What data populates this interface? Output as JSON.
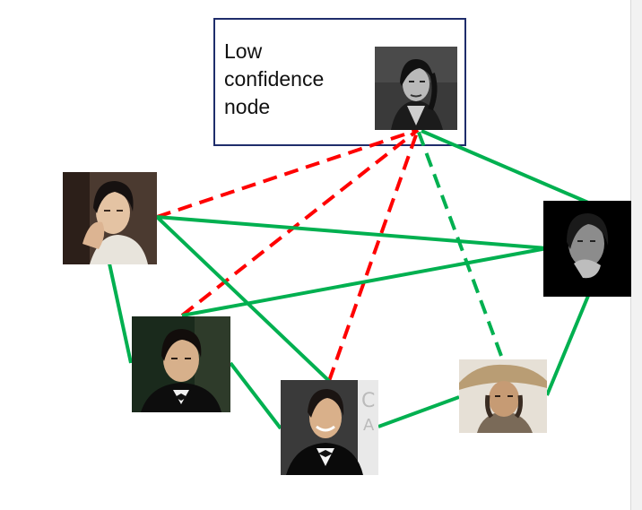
{
  "callout": {
    "text_lines": [
      "Low",
      "confidence",
      "node"
    ]
  },
  "colors": {
    "confident_edge": "#00b050",
    "uncertain_edge_red": "#ff0000",
    "uncertain_edge_green": "#00b050",
    "callout_border": "#1f2d6b"
  },
  "nodes": [
    {
      "id": "low-confidence",
      "kind": "portrait",
      "tone": "grayscale"
    },
    {
      "id": "top-left",
      "kind": "portrait",
      "tone": "color"
    },
    {
      "id": "right",
      "kind": "portrait",
      "tone": "grayscale-dark"
    },
    {
      "id": "middle-left",
      "kind": "portrait",
      "tone": "color"
    },
    {
      "id": "bottom-center",
      "kind": "portrait",
      "tone": "color"
    },
    {
      "id": "bottom-right",
      "kind": "portrait",
      "tone": "color"
    }
  ],
  "edges": [
    {
      "from": "top-left",
      "to": "low-confidence",
      "style": "dashed",
      "color": "red"
    },
    {
      "from": "middle-left",
      "to": "low-confidence",
      "style": "dashed",
      "color": "red"
    },
    {
      "from": "bottom-center",
      "to": "low-confidence",
      "style": "dashed",
      "color": "red"
    },
    {
      "from": "bottom-right",
      "to": "low-confidence",
      "style": "dashed",
      "color": "green"
    },
    {
      "from": "low-confidence",
      "to": "right",
      "style": "solid",
      "color": "green"
    },
    {
      "from": "top-left",
      "to": "right",
      "style": "solid",
      "color": "green"
    },
    {
      "from": "middle-left",
      "to": "right",
      "style": "solid",
      "color": "green"
    },
    {
      "from": "top-left",
      "to": "bottom-center",
      "style": "solid",
      "color": "green"
    },
    {
      "from": "top-left",
      "to": "middle-left",
      "style": "solid",
      "color": "green"
    },
    {
      "from": "middle-left",
      "to": "bottom-center",
      "style": "solid",
      "color": "green"
    },
    {
      "from": "bottom-center",
      "to": "bottom-right",
      "style": "solid",
      "color": "green"
    },
    {
      "from": "bottom-right",
      "to": "right",
      "style": "solid",
      "color": "green"
    }
  ]
}
